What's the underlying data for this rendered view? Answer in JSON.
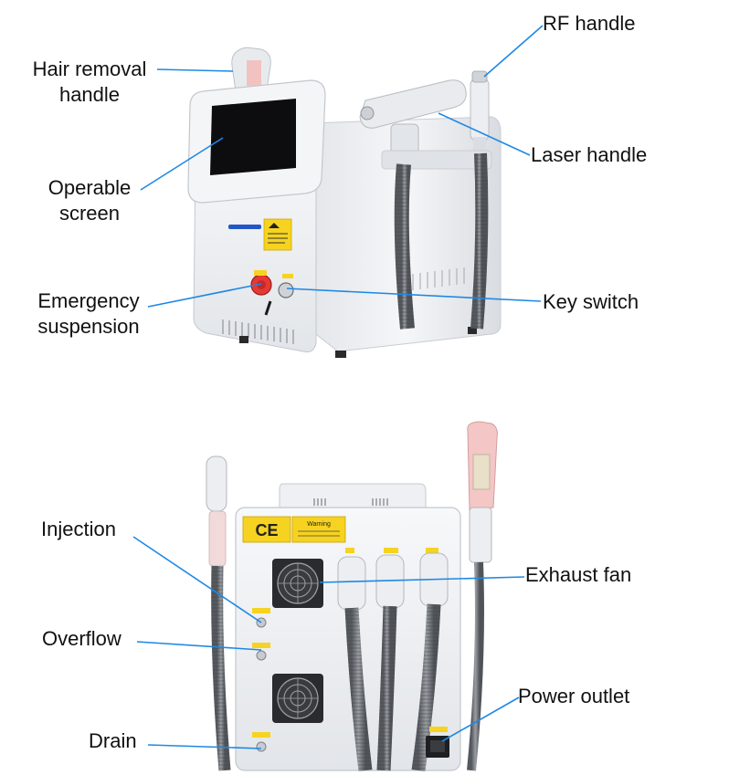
{
  "colors": {
    "leader": "#1e88e5",
    "machine_body": "#eef0f3",
    "screen": "#0d0d10",
    "warning": "#f6d320",
    "emergency": "#e53935",
    "handle_pink": "#f4c6c6",
    "hose": "#6f7378"
  },
  "labels": {
    "hair_removal_handle": [
      "Hair removal",
      "handle"
    ],
    "rf_handle": "RF handle",
    "laser_handle": "Laser handle",
    "operable_screen": [
      "Operable",
      "screen"
    ],
    "emergency_suspension": [
      "Emergency",
      "suspension"
    ],
    "key_switch": "Key switch",
    "injection": "Injection",
    "exhaust_fan": "Exhaust fan",
    "overflow": "Overflow",
    "power_outlet": "Power outlet",
    "drain": "Drain"
  },
  "machine": {
    "ce_mark": "CE",
    "warning_text": "Warning"
  }
}
